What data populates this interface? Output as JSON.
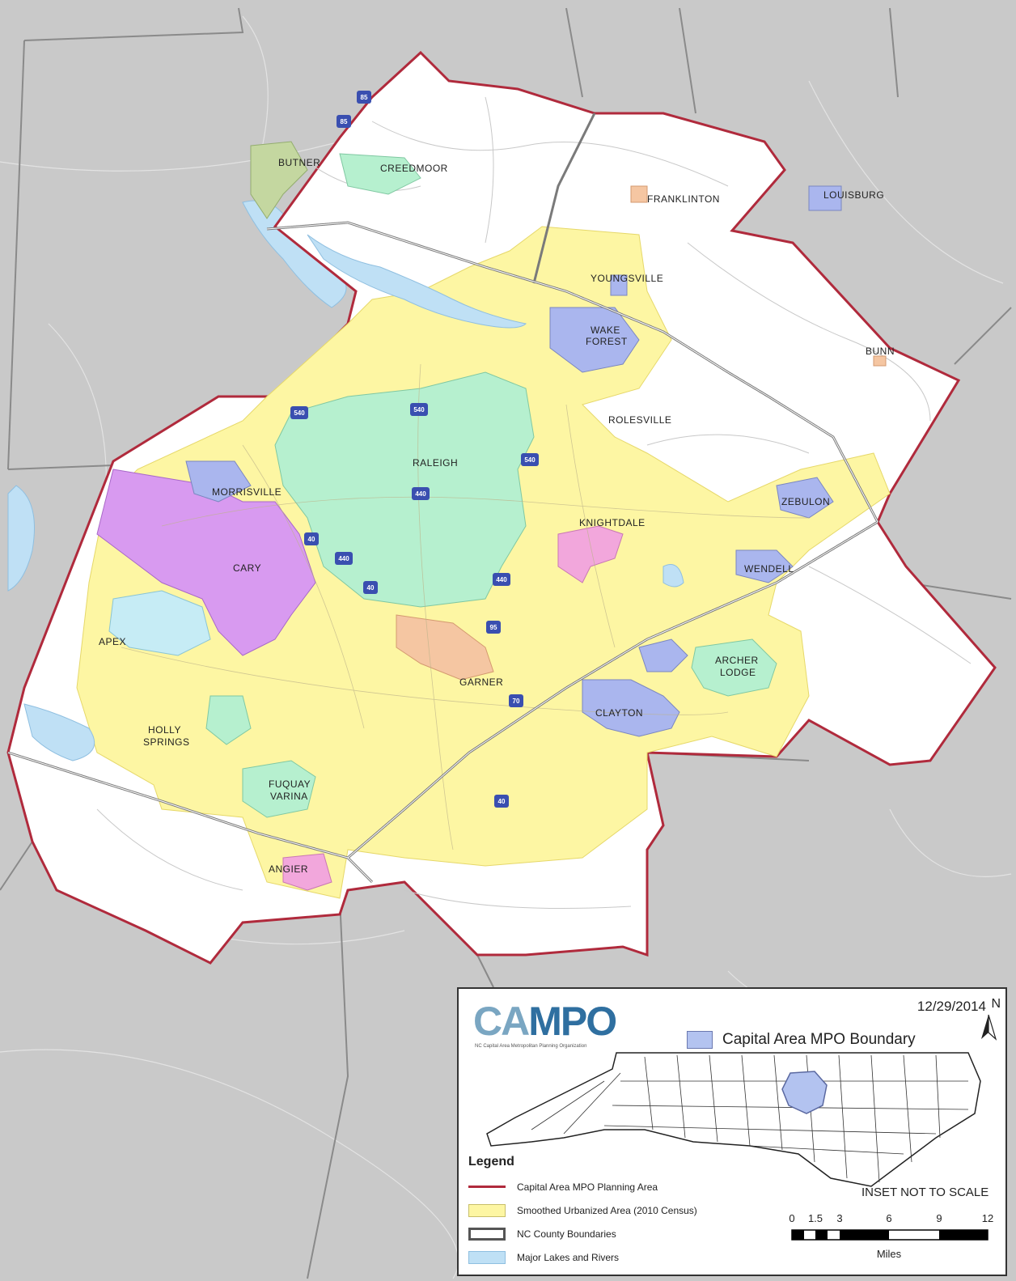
{
  "towns": [
    {
      "id": "butner",
      "label": "BUTNER"
    },
    {
      "id": "creedmoor",
      "label": "CREEDMOOR"
    },
    {
      "id": "franklinton",
      "label": "FRANKLINTON"
    },
    {
      "id": "louisburg",
      "label": "LOUISBURG"
    },
    {
      "id": "youngsville",
      "label": "YOUNGSVILLE"
    },
    {
      "id": "wake-forest",
      "label": "WAKE",
      "label2": "FOREST"
    },
    {
      "id": "bunn",
      "label": "BUNN"
    },
    {
      "id": "rolesville",
      "label": "ROLESVILLE"
    },
    {
      "id": "raleigh",
      "label": "RALEIGH"
    },
    {
      "id": "morrisville",
      "label": "MORRISVILLE"
    },
    {
      "id": "knightdale",
      "label": "KNIGHTDALE"
    },
    {
      "id": "zebulon",
      "label": "ZEBULON"
    },
    {
      "id": "cary",
      "label": "CARY"
    },
    {
      "id": "wendell",
      "label": "WENDELL"
    },
    {
      "id": "apex",
      "label": "APEX"
    },
    {
      "id": "archer-lodge",
      "label": "ARCHER",
      "label2": "LODGE"
    },
    {
      "id": "garner",
      "label": "GARNER"
    },
    {
      "id": "clayton",
      "label": "CLAYTON"
    },
    {
      "id": "holly-springs",
      "label": "HOLLY",
      "label2": "SPRINGS"
    },
    {
      "id": "fuquay-varina",
      "label": "FUQUAY",
      "label2": "VARINA"
    },
    {
      "id": "angier",
      "label": "ANGIER"
    }
  ],
  "shields": [
    "540",
    "540",
    "540",
    "440",
    "440",
    "440",
    "40",
    "40",
    "40",
    "85",
    "85",
    "95",
    "70"
  ],
  "panel": {
    "logo_ca": "CA",
    "logo_mpo": "MPO",
    "logo_sub": "NC Capital Area Metropolitan Planning Organization",
    "date": "12/29/2014",
    "north": "N",
    "boundary_label": "Capital Area MPO Boundary",
    "legend_title": "Legend",
    "legend_items": [
      {
        "label": "Capital Area MPO Planning Area",
        "swatch": "line",
        "color": "#b02a3c"
      },
      {
        "label": "Smoothed Urbanized Area (2010 Census)",
        "swatch": "fill",
        "color": "#fdf6a3"
      },
      {
        "label": "NC County Boundaries",
        "swatch": "outline",
        "color": "#555555"
      },
      {
        "label": "Major Lakes and Rivers",
        "swatch": "fill",
        "color": "#bfe0f5"
      }
    ],
    "inset_note": "INSET NOT TO SCALE",
    "scale_ticks": [
      "0",
      "1.5",
      "3",
      "6",
      "9",
      "12"
    ],
    "scale_unit": "Miles"
  },
  "colors": {
    "mpo_boundary": "#b02a3c",
    "urbanized": "#fdf6a3",
    "raleigh": "#b6f0cf",
    "cary": "#d89af0",
    "lakes": "#bfe0f5",
    "background": "#c9c9c9"
  }
}
